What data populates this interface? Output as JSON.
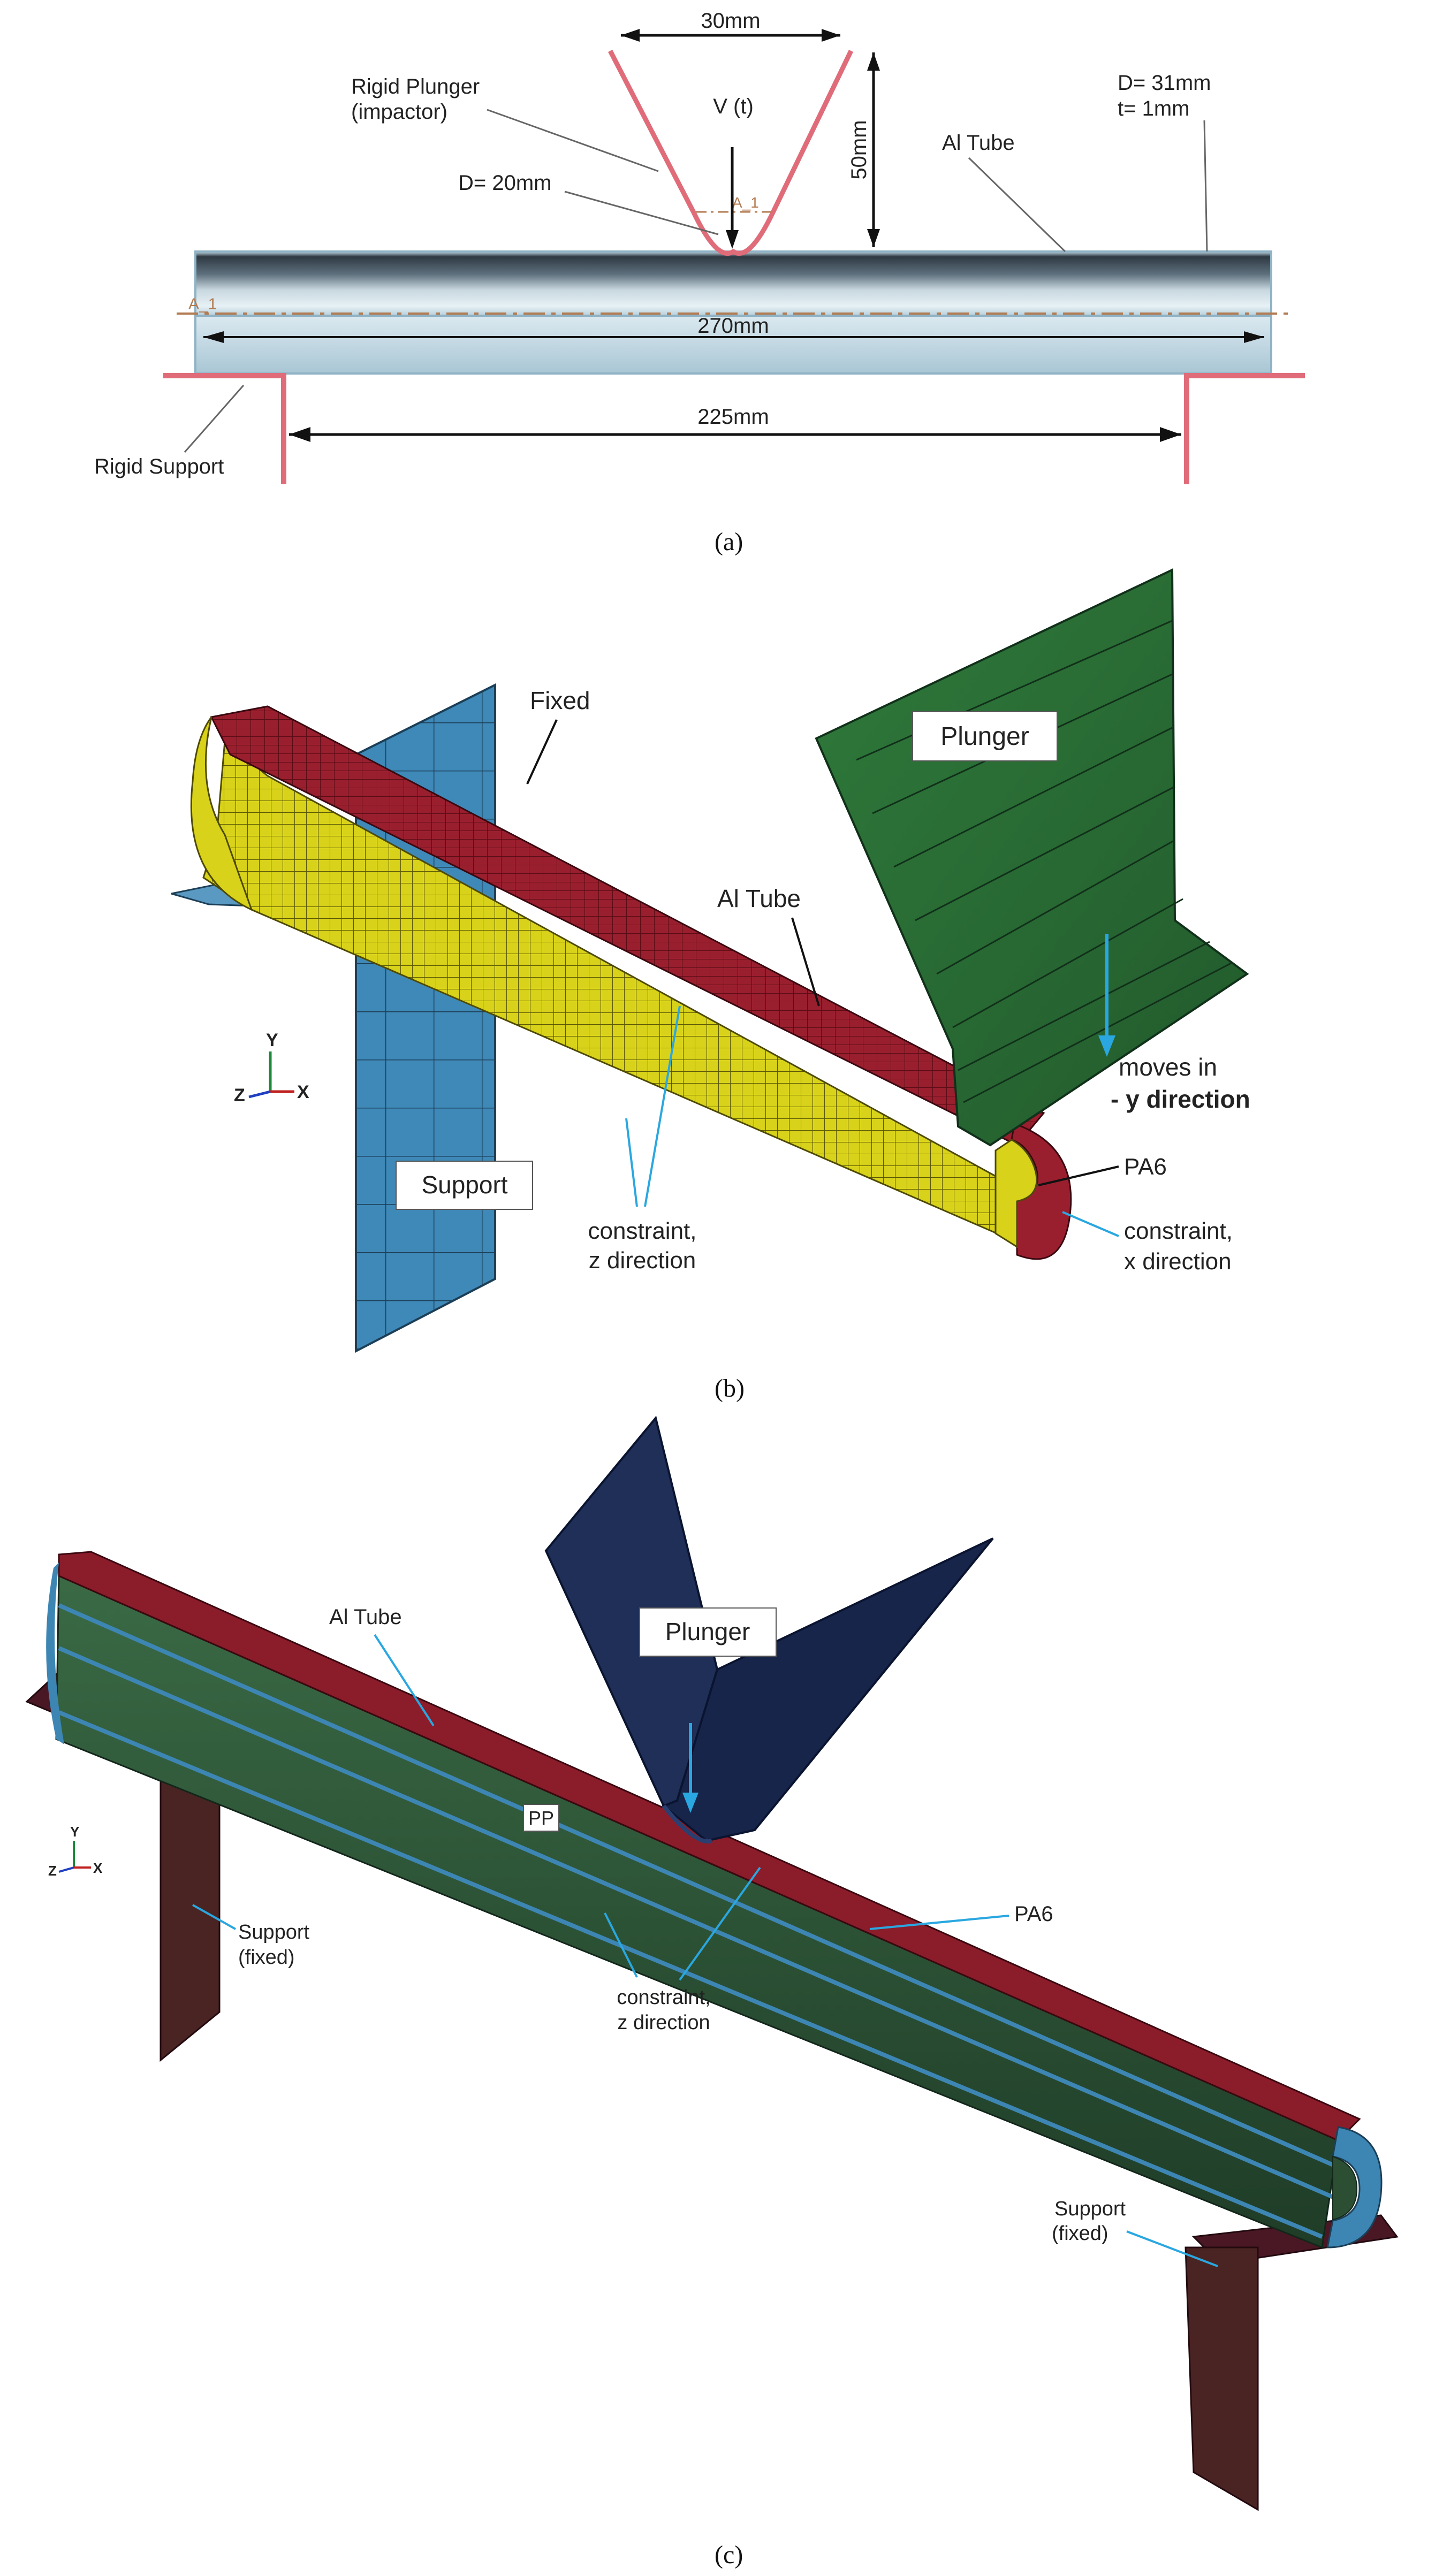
{
  "panel_a": {
    "caption": "(a)",
    "dim_plunger_width": "30mm",
    "plunger_label_1": "Rigid Plunger",
    "plunger_label_2": "(impactor)",
    "velocity_label": "V (t)",
    "tip_diameter": "D= 20mm",
    "dim_height": "50mm",
    "tube_label": "Al Tube",
    "tube_d": "D= 31mm",
    "tube_t": "t= 1mm",
    "section_marker_top": "A_1",
    "section_marker_left": "A_1",
    "tube_length": "270mm",
    "support_label": "Rigid Support",
    "span_length": "225mm"
  },
  "panel_b": {
    "caption": "(b)",
    "fixed_label": "Fixed",
    "plunger_label": "Plunger",
    "tube_label": "Al Tube",
    "moves_label_1": "moves in",
    "moves_label_2": "- y direction",
    "axis_y": "Y",
    "axis_z": "Z",
    "axis_x": "X",
    "support_label": "Support",
    "pa6_label": "PA6",
    "constraint_z_1": "constraint,",
    "constraint_z_2": "z direction",
    "constraint_x_1": "constraint,",
    "constraint_x_2": "x direction"
  },
  "panel_c": {
    "caption": "(c)",
    "tube_label": "Al Tube",
    "plunger_label": "Plunger",
    "axis_y": "Y",
    "axis_z": "Z",
    "axis_x": "X",
    "pp_label": "PP",
    "support_left_1": "Support",
    "support_left_2": "(fixed)",
    "pa6_label": "PA6",
    "constraint_z_1": "constraint,",
    "constraint_z_2": "z direction",
    "support_right_1": "Support",
    "support_right_2": "(fixed)"
  },
  "colors": {
    "plunger_outline_a": "#e06c7a",
    "al_red": "#9a1f2e",
    "pa6_yellow": "#d8d21a",
    "support_blue": "#3d86b4",
    "plunger_green": "#2a6b35",
    "plunger_navy": "#1f2f57",
    "pp_green": "#2c4f34",
    "callout_blue": "#2aa7e0",
    "support_brown": "#4a2422"
  }
}
